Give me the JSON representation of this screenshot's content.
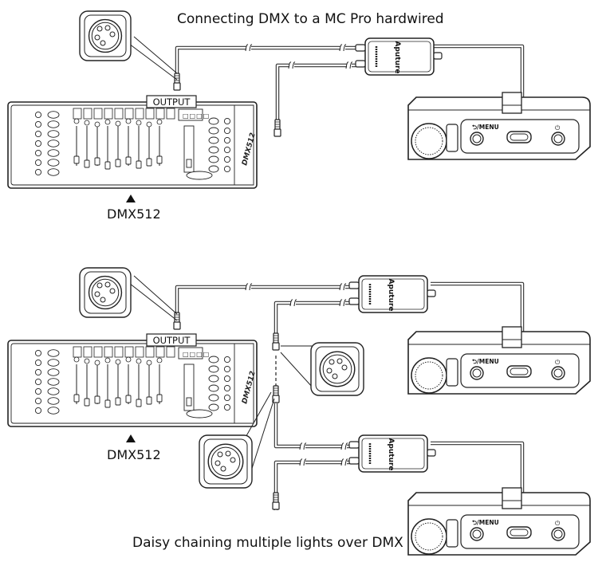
{
  "diagram": {
    "top_title": "Connecting DMX to a MC Pro hardwired",
    "bottom_title": "Daisy chaining multiple lights over DMX",
    "console_name": "DMX512",
    "console_side_text": "DMX512",
    "output_label": "OUTPUT",
    "menu_label": "⮌/MENU",
    "brand_text": "Aputure",
    "power_icon": "⏻"
  }
}
